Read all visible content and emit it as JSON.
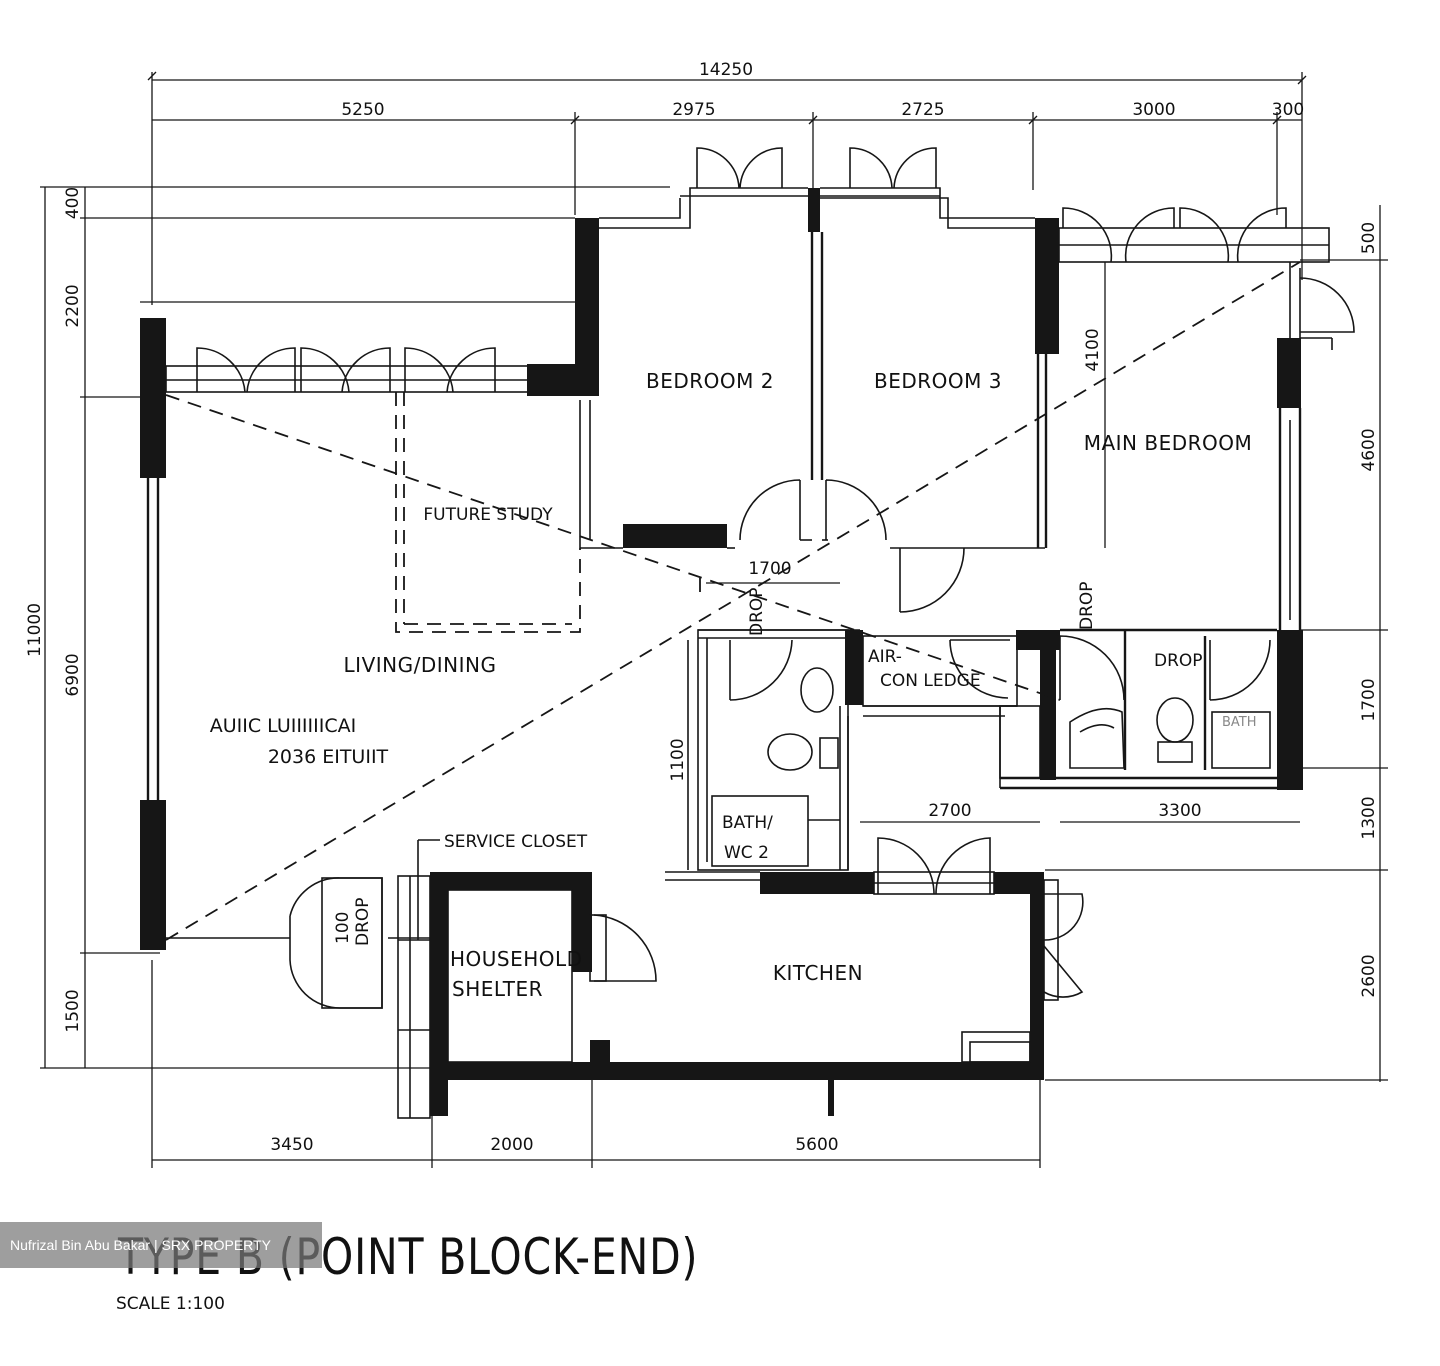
{
  "dimensions": {
    "top_total": "14250",
    "top": [
      "5250",
      "2975",
      "2725",
      "3000",
      "300"
    ],
    "left_total": "11000",
    "left": [
      "400",
      "2200",
      "6900",
      "1500"
    ],
    "right": [
      "500",
      "4600",
      "1700",
      "1300",
      "2600"
    ],
    "bottom": [
      "3450",
      "2000",
      "5600"
    ],
    "interior": {
      "corridor": "1700",
      "main_bedroom": "4100",
      "ledge_width": "2700",
      "bath_width": "3300",
      "bath2_side": "1100"
    }
  },
  "rooms": {
    "bedroom2": "BEDROOM 2",
    "bedroom3": "BEDROOM 3",
    "main_bedroom": "MAIN BEDROOM",
    "future_study": "FUTURE STUDY",
    "living_dining": "LIVING/DINING",
    "faded_line1": "AUIIC LUIIIIIICAI",
    "faded_line2": "2036 EITUIIT",
    "aircon_line1": "AIR-",
    "aircon_line2": "CON LEDGE",
    "bath2_line1": "BATH/",
    "bath2_line2": "WC 2",
    "service_closet": "SERVICE CLOSET",
    "household_line1": "HOUSEHOLD",
    "household_line2": "SHELTER",
    "kitchen": "KITCHEN",
    "drop": "DROP",
    "drop_100": "100",
    "bath_faded": "BATH"
  },
  "title": "TYPE B (POINT BLOCK-END)",
  "scale": "SCALE   1:100",
  "watermark": "Nufrizal Bin Abu Bakar | SRX PROPERTY"
}
